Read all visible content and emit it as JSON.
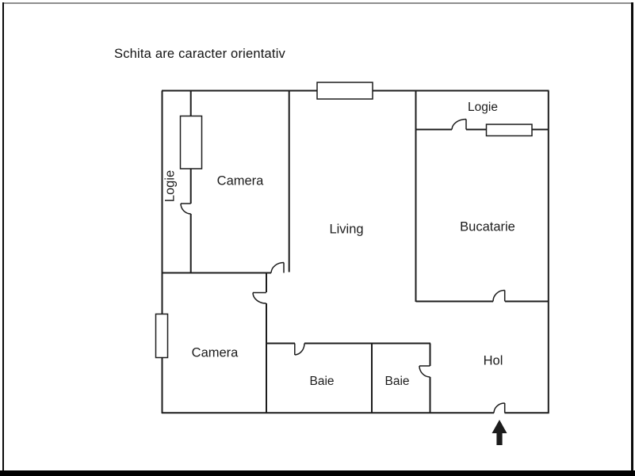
{
  "title": "Schita are caracter orientativ",
  "colors": {
    "line": "#1c1c1c",
    "frame": "#000000",
    "background": "#ffffff"
  },
  "rooms": {
    "logie_left": "Logie",
    "camera_top": "Camera",
    "living": "Living",
    "logie_right": "Logie",
    "bucatarie": "Bucatarie",
    "camera_bottom": "Camera",
    "baie_left": "Baie",
    "baie_right": "Baie",
    "hol": "Hol"
  },
  "entrance": {
    "marker": "up-arrow"
  }
}
